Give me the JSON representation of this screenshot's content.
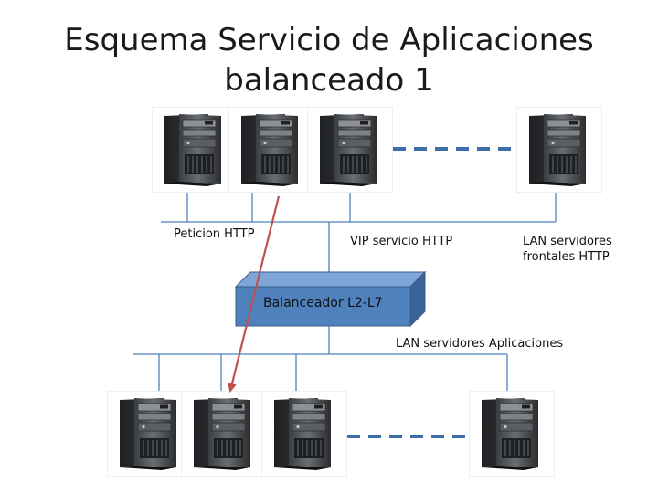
{
  "title": {
    "line1": "Esquema Servicio de Aplicaciones",
    "line2": "balanceado 1"
  },
  "labels": {
    "request": "Peticion HTTP",
    "vip": "VIP servicio HTTP",
    "front_lan_line1": "LAN servidores",
    "front_lan_line2": "frontales HTTP",
    "balancer": "Balanceador L2-L7",
    "app_lan": "LAN servidores Aplicaciones"
  },
  "icons": {
    "server": "server-tower-icon"
  },
  "colors": {
    "balancer_fill": "#4f81bd",
    "balancer_edge": "#385d8a",
    "network_line": "#4f81bd",
    "dashed_link": "#3d6ea8",
    "request_arrow": "#c0504d"
  }
}
